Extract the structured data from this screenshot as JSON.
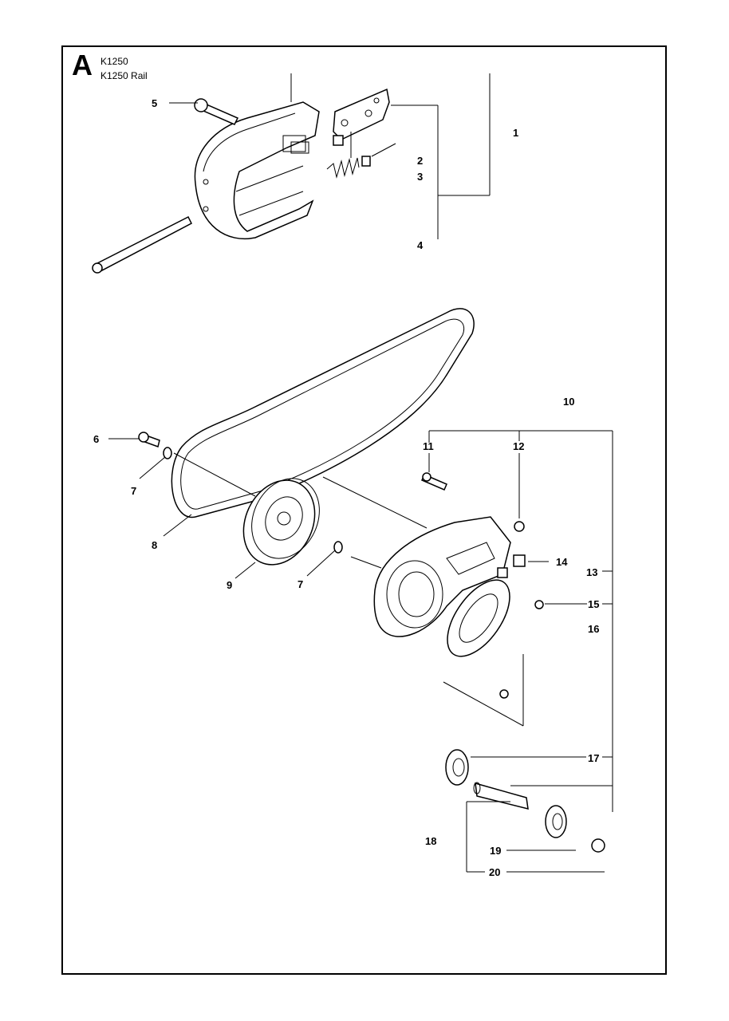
{
  "header": {
    "section_letter": "A",
    "models": [
      "K1250",
      "K1250 Rail"
    ]
  },
  "callouts": {
    "c1": "1",
    "c2": "2",
    "c3": "3",
    "c4": "4",
    "c5": "5",
    "c6": "6",
    "c7a": "7",
    "c7b": "7",
    "c8": "8",
    "c9": "9",
    "c10": "10",
    "c11": "11",
    "c12": "12",
    "c13": "13",
    "c14": "14",
    "c15": "15",
    "c16": "16",
    "c17": "17",
    "c18": "18",
    "c19": "19",
    "c20": "20"
  },
  "colors": {
    "ink": "#000000",
    "paper": "#ffffff"
  }
}
